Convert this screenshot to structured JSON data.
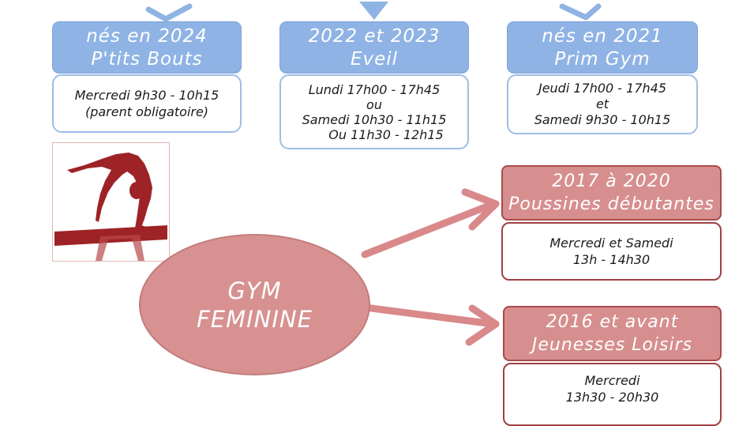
{
  "groups": [
    {
      "title": "nés en 2024",
      "subtitle": "P'tits Bouts",
      "schedule": [
        "Mercredi 9h30 - 10h15",
        "(parent obligatoire)"
      ]
    },
    {
      "title": "2022 et 2023",
      "subtitle": "Eveil",
      "schedule": [
        "Lundi 17h00 - 17h45",
        "ou",
        "Samedi 10h30 - 11h15",
        "Ou 11h30 - 12h15"
      ]
    },
    {
      "title": "nés en 2021",
      "subtitle": "Prim Gym",
      "schedule": [
        "Jeudi 17h00 - 17h45",
        "et",
        "Samedi 9h30 - 10h15"
      ]
    },
    {
      "title": "2017 à 2020",
      "subtitle": "Poussines débutantes",
      "schedule": [
        "Mercredi et Samedi",
        "13h - 14h30"
      ]
    },
    {
      "title": "2016 et avant",
      "subtitle": "Jeunesses Loisirs",
      "schedule": [
        "Mercredi",
        "13h30 - 20h30"
      ]
    }
  ],
  "center": {
    "line1": "GYM",
    "line2": "FEMININE"
  },
  "image": {
    "icon": "gymnast-on-beam-icon"
  },
  "colors": {
    "blue": "#8fb3e4",
    "blue_border": "#9fbde6",
    "rose": "#d68f8e",
    "rose_border": "#a94a4b",
    "arrow": "#d9898a",
    "silhouette": "#9e2326"
  }
}
